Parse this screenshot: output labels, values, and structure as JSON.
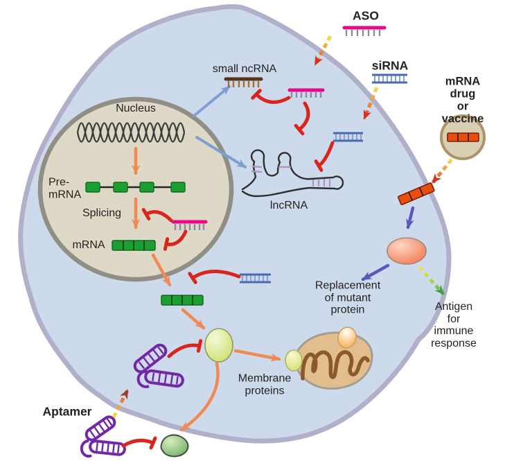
{
  "colors": {
    "text": "#26211f",
    "cell_fill": "#cddaec",
    "membrane": "#b1afca",
    "nucleus_fill": "#ded9c6",
    "nucleus_border": "#908e85",
    "dna": "#3d3d3d",
    "exon_green": "#1d9e33",
    "exon_border": "#0f6b1f",
    "arrow_orange": "#f08a52",
    "inhibit_red": "#da251d",
    "export_blue": "#7f9fd2",
    "translate_purple": "#5a58b8",
    "aso_magenta": "#e8078c",
    "oligo_teeth_gray": "#8c8c9c",
    "sirna_blue": "#4a6ab0",
    "sirna_rung": "#8aa2d4",
    "ncrna_brown": "#58331a",
    "ncrna_teeth": "#a96a2e",
    "lncrna_stroke": "#2e2e2e",
    "rung_purple": "#b48ec4",
    "aptamer_purple": "#7227a8",
    "entry_yellow": "#f2e24c",
    "entry_orange": "#ef8030",
    "entry_red": "#d9301a",
    "entry_darkred": "#a03b2a",
    "antigen_light": "#9fd24a",
    "antigen_green": "#3da23d",
    "drug_orange": "#e94e0f",
    "drug_border": "#7a2000",
    "vesicle_fill": "#d9cfb4",
    "vesicle_border": "#ae9468",
    "mito_fill": "#e2bd8d",
    "mito_border": "#a59e90",
    "mito_cristae": "#8a5a28"
  },
  "exterior": {
    "aso_label": "ASO",
    "sirna_label": "siRNA",
    "mrna_drug_label": "mRNA drug\nor vaccine",
    "aptamer_label": "Aptamer",
    "antigen_label": "Antigen for\nimmune\nresponse"
  },
  "nucleus": {
    "label": "Nucleus",
    "pre_mrna_label": "Pre-\nmRNA",
    "splicing_label": "Splicing",
    "mrna_label": "mRNA"
  },
  "cytoplasm": {
    "small_ncrna_label": "small ncRNA",
    "lncrna_label": "lncRNA",
    "replacement_label": "Replacement\nof mutant\nprotein",
    "membrane_proteins_label": "Membrane\nproteins"
  }
}
